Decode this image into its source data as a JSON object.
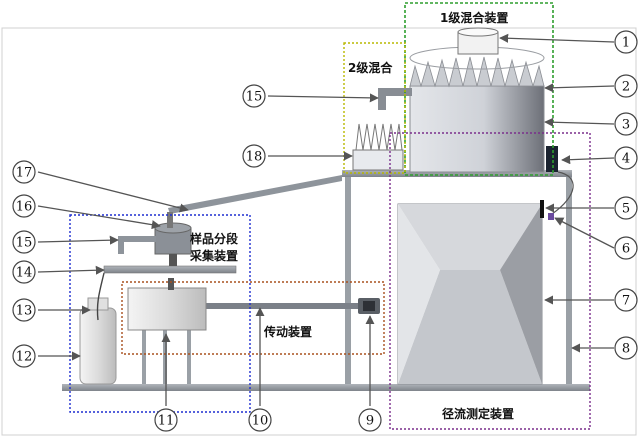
{
  "labels": {
    "mix1": "1级混合装置",
    "mix2": "2级混合",
    "sampler_line1": "样品分段",
    "sampler_line2": "采集装置",
    "transmission": "传动装置",
    "runoff": "径流测定装置"
  },
  "callouts": [
    "1",
    "2",
    "3",
    "4",
    "5",
    "6",
    "7",
    "8",
    "9",
    "10",
    "11",
    "12",
    "13",
    "14",
    "15",
    "15",
    "16",
    "17",
    "18"
  ],
  "colors": {
    "green_box": "#2e9e2e",
    "yellow_box": "#b8b800",
    "purple_box": "#7a2e8c",
    "blue_box": "#1f2fd0",
    "brown_box": "#a8501e",
    "frame": "#9aa0a6",
    "arrow": "#555555"
  }
}
